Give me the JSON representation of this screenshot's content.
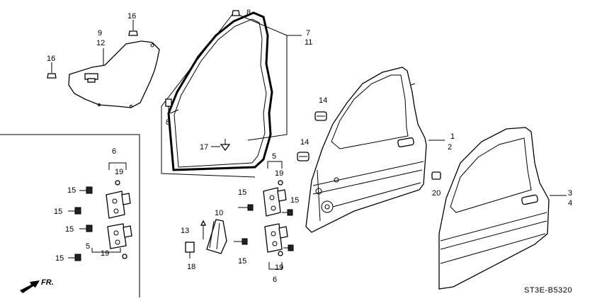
{
  "diagram": {
    "catalog_code": "ST3E-B5320",
    "direction_label": "FR.",
    "callouts": {
      "c1": "1",
      "c2": "2",
      "c3": "3",
      "c4": "4",
      "c5a": "5",
      "c5b": "5",
      "c6a": "6",
      "c6b": "6",
      "c7": "7",
      "c8a": "8",
      "c8b": "8",
      "c9": "9",
      "c10": "10",
      "c11": "11",
      "c12": "12",
      "c13": "13",
      "c14a": "14",
      "c14b": "14",
      "c15a": "15",
      "c15b": "15",
      "c15c": "15",
      "c15d": "15",
      "c15e": "15",
      "c15f": "15",
      "c15g": "15",
      "c16a": "16",
      "c16b": "16",
      "c17": "17",
      "c18": "18",
      "c19a": "19",
      "c19b": "19",
      "c19c": "19",
      "c19d": "19",
      "c20": "20"
    }
  }
}
